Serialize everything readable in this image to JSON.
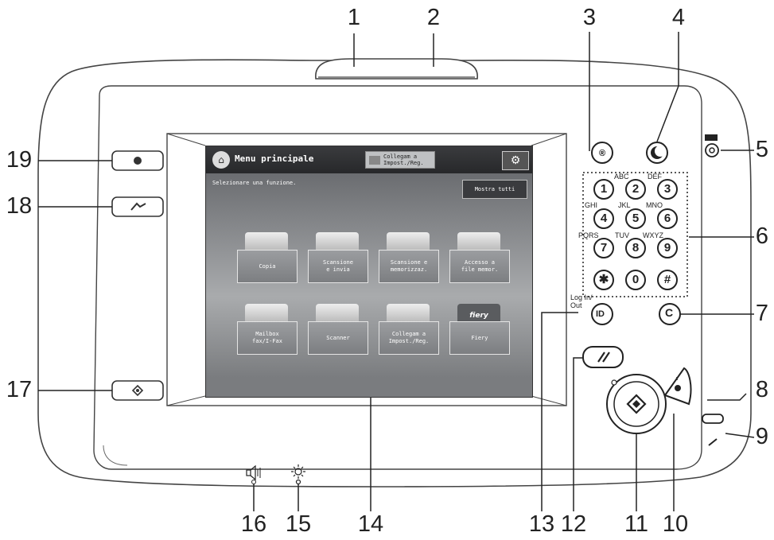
{
  "callouts": {
    "c1": "1",
    "c2": "2",
    "c3": "3",
    "c4": "4",
    "c5": "5",
    "c6": "6",
    "c7": "7",
    "c8": "8",
    "c9": "9",
    "c10": "10",
    "c11": "11",
    "c12": "12",
    "c13": "13",
    "c14": "14",
    "c15": "15",
    "c16": "16",
    "c17": "17",
    "c18": "18",
    "c19": "19"
  },
  "screen": {
    "title": "Menu principale",
    "shortcut_button": "Collegam a\nImpost./Reg.",
    "instruction": "Selezionare una funzione.",
    "show_all": "Mostra tutti",
    "tiles": [
      "Copia",
      "Scansione\ne invia",
      "Scansione e\nmemorizzaz.",
      "Accesso a\nfile memor.",
      "Mailbox\nfax/I-Fax",
      "Scanner",
      "Collegam a\nImpost./Reg.",
      "Fiery"
    ],
    "fiery_logo": "fiery"
  },
  "keypad": {
    "keys": [
      "1",
      "2",
      "3",
      "4",
      "5",
      "6",
      "7",
      "8",
      "9",
      "✱",
      "0",
      "#"
    ],
    "letters": [
      "ABC",
      "DEF",
      "GHI",
      "JKL",
      "MNO",
      "PQRS",
      "TUV",
      "WXYZ"
    ],
    "clear": "C",
    "id_key": "ID",
    "log_in_out": "Log In/\nOut"
  },
  "icons": {
    "energy_saver": "energy-saver-icon",
    "counter_check": "counter-check-icon",
    "reset": "reset-icon",
    "start": "start-icon",
    "stop": "stop-icon"
  }
}
